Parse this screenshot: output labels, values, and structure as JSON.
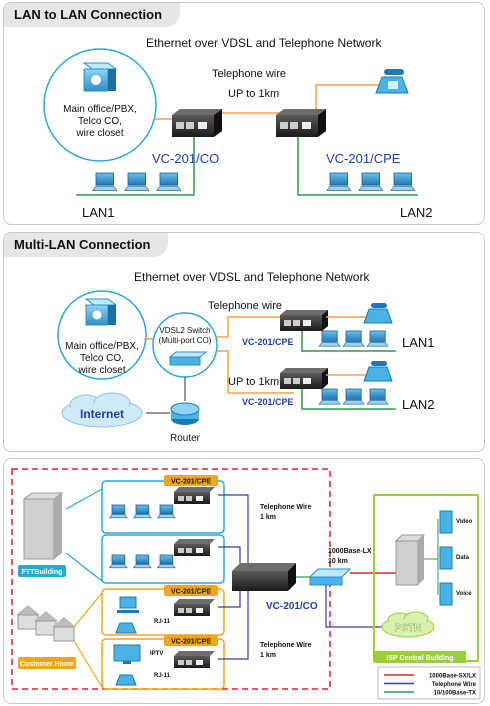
{
  "panel1": {
    "title": "LAN to LAN Connection",
    "subtitle": "Ethernet over VDSL and Telephone Network",
    "office_lines": [
      "Main office/PBX,",
      "Telco CO,",
      "wire closet"
    ],
    "wire_label": "Telephone wire",
    "distance_label": "UP to 1km",
    "device_co": "VC-201/CO",
    "device_cpe": "VC-201/CPE",
    "lan_left": "LAN1",
    "lan_right": "LAN2"
  },
  "panel2": {
    "title": "Multi-LAN Connection",
    "subtitle": "Ethernet over VDSL and Telephone Network",
    "office_lines": [
      "Main office/PBX,",
      "Telco CO,",
      "wire closet"
    ],
    "switch_lines": [
      "VDSL2 Switch",
      "(Multi-port CO)"
    ],
    "wire_label": "Telephone wire",
    "distance_label": "UP to 1km",
    "device_cpe_1": "VC-201/CPE",
    "device_cpe_2": "VC-201/CPE",
    "lan_1": "LAN1",
    "lan_2": "LAN2",
    "internet": "Internet",
    "router": "Router"
  },
  "panel3": {
    "cpe_top": "VC-201/CPE",
    "cpe_mid": "VC-201/CPE",
    "cpe_bot": "VC-201/CPE",
    "wire_top": [
      "Telephone Wire",
      "1 km"
    ],
    "wire_bot": [
      "Telephone Wire",
      "1 km"
    ],
    "fiber": [
      "1000Base-LX",
      "10 km"
    ],
    "co_device": "VC-201/CO",
    "fttbuilding": "FTTBuilding",
    "customer_home": "Customer Home",
    "isp_building": "ISP Central Building",
    "pstn": "PSTN",
    "rj11_a": "RJ-11",
    "rj11_b": "RJ-11",
    "iptv": "IPTV",
    "server_video": "Video",
    "server_data": "Data",
    "server_voice": "Voice",
    "legend": [
      {
        "label": "1000Base-SX/LX",
        "color": "#d32b2b"
      },
      {
        "label": "Telephone Wire",
        "color": "#3a3aa8"
      },
      {
        "label": "10/100Base-TX",
        "color": "#2f9a4a"
      }
    ]
  },
  "colors": {
    "phone_wire": "#f0a04b",
    "lan_wire": "#2f9a4a",
    "device_label": "#1f3fae",
    "cyan_box": "#2aa8d8",
    "orange_box": "#f2a51b",
    "green_box": "#9bcf3a",
    "red_dash": "#d8202a"
  }
}
